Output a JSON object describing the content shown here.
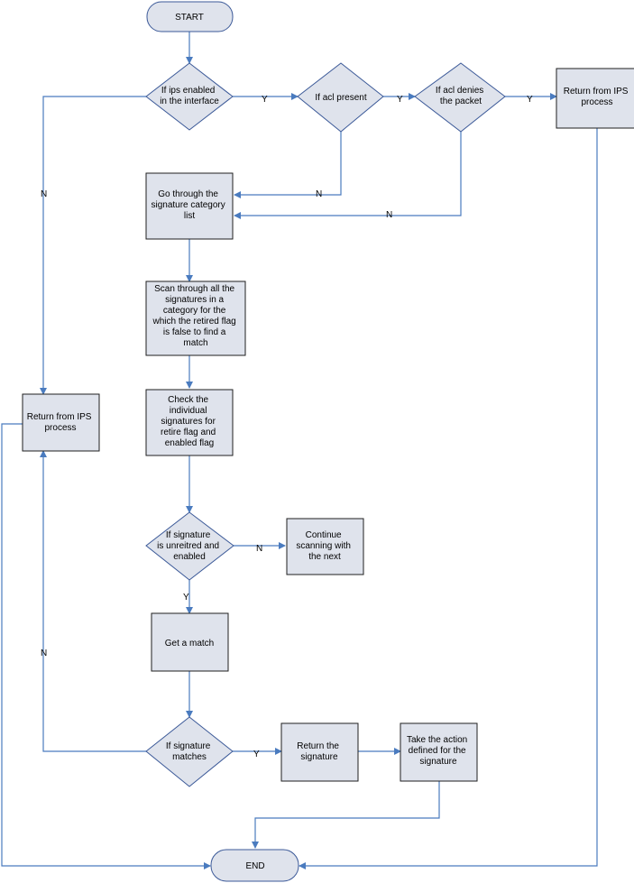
{
  "nodes": {
    "start": {
      "type": "terminal",
      "text": [
        "START"
      ]
    },
    "ips_enabled": {
      "type": "decision",
      "text": [
        "If ips enabled",
        "in the interface"
      ]
    },
    "acl_present": {
      "type": "decision",
      "text": [
        "If acl present"
      ]
    },
    "acl_denies": {
      "type": "decision",
      "text": [
        "If acl denies",
        "the packet"
      ]
    },
    "return_ips_top": {
      "type": "process",
      "text": [
        "Return from IPS",
        "process"
      ]
    },
    "go_through": {
      "type": "process",
      "text": [
        "Go through the",
        "signature category",
        "list"
      ]
    },
    "scan_through": {
      "type": "process",
      "text": [
        "Scan through all the",
        "signatures in a",
        "category for the",
        "which the retired flag",
        "is false to find a",
        "match"
      ]
    },
    "check_individual": {
      "type": "process",
      "text": [
        "Check the",
        "individual",
        "signatures for",
        "retire flag and",
        "enabled flag"
      ]
    },
    "return_ips_left": {
      "type": "process",
      "text": [
        "Return from IPS",
        "process"
      ]
    },
    "sig_unretired": {
      "type": "decision",
      "text": [
        "If signature",
        "is unreitred and",
        "enabled"
      ]
    },
    "continue_scanning": {
      "type": "process",
      "text": [
        "Continue",
        "scanning with",
        "the next"
      ]
    },
    "get_match": {
      "type": "process",
      "text": [
        "Get a match"
      ]
    },
    "sig_matches": {
      "type": "decision",
      "text": [
        "If signature",
        "matches"
      ]
    },
    "return_signature": {
      "type": "process",
      "text": [
        "Return the",
        "signature"
      ]
    },
    "take_action": {
      "type": "process",
      "text": [
        "Take the action",
        "defined for the",
        "signature"
      ]
    },
    "end": {
      "type": "terminal",
      "text": [
        "END"
      ]
    }
  },
  "edge_labels": {
    "ips_yes": "Y",
    "ips_no": "N",
    "acl_present_yes": "Y",
    "acl_present_no": "N",
    "acl_denies_yes": "Y",
    "acl_denies_no": "N",
    "unretired_no": "N",
    "unretired_yes": "Y",
    "matches_no": "N",
    "matches_yes": "Y"
  }
}
